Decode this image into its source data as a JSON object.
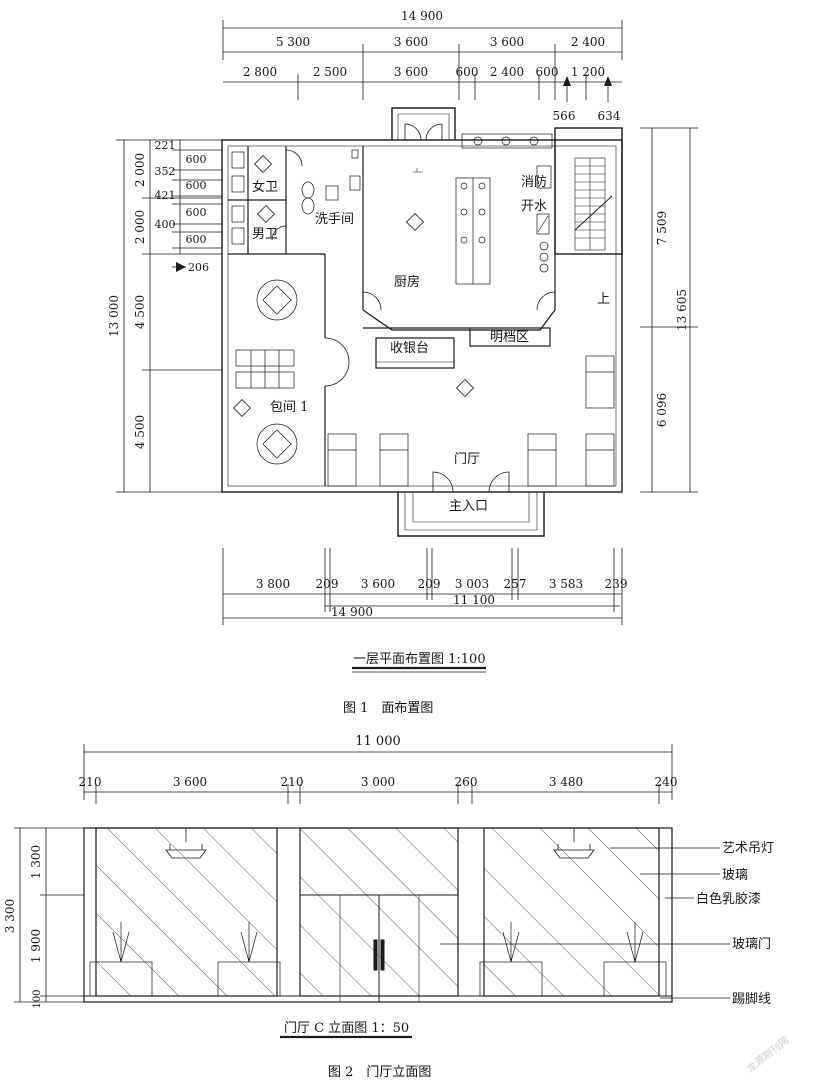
{
  "figure1": {
    "dims_top_total": "14 900",
    "dims_top_row2": [
      "5 300",
      "3 600",
      "3 600",
      "2 400"
    ],
    "dims_top_row3": [
      "2 800",
      "2 500",
      "3 600",
      "600",
      "2 400",
      "600",
      "1 200"
    ],
    "dims_top_small": [
      "566",
      "634"
    ],
    "dims_left_col": [
      "221",
      "352",
      "421",
      "400",
      "600",
      "600",
      "600",
      "600",
      "206"
    ],
    "dims_left_big": [
      "2 000",
      "2 000",
      "4 500",
      "4 500"
    ],
    "dims_left_total": "13 000",
    "dims_right": [
      "7 509",
      "6 096"
    ],
    "dims_right_total": "13 605",
    "dims_bottom": [
      "3 800",
      "209",
      "3 600",
      "209",
      "3 003",
      "257",
      "3 583",
      "239"
    ],
    "dims_bottom_sub": "11 100",
    "dims_bottom_total": "14 900",
    "rooms": {
      "female_wc": "女卫",
      "male_wc": "男卫",
      "washroom": "洗手间",
      "kitchen": "厨房",
      "fire": "消防",
      "boiling_water": "开水",
      "up": "上",
      "cashier": "收银台",
      "open_kitchen": "明档区",
      "private_room": "包间 1",
      "lobby": "门厅",
      "main_entrance": "主入口"
    },
    "drawing_title": "一层平面布置图 1:100",
    "caption": "图 1　面布置图"
  },
  "figure2": {
    "dims_top_total": "11 000",
    "dims_top": [
      "210",
      "3 600",
      "210",
      "3 000",
      "260",
      "3 480",
      "240"
    ],
    "dims_left": [
      "1 300",
      "1 900",
      "100"
    ],
    "dims_left_total": "3 300",
    "labels": [
      "艺术吊灯",
      "玻璃",
      "白色乳胶漆",
      "玻璃门",
      "踢脚线"
    ],
    "drawing_title": "门厅 C 立面图 1：50",
    "caption": "图 2　门厅立面图"
  },
  "watermark": "龙源期刊网",
  "colors": {
    "ink": "#1a1a1a",
    "paper": "#ffffff",
    "watermark": "#c9ccd6"
  }
}
